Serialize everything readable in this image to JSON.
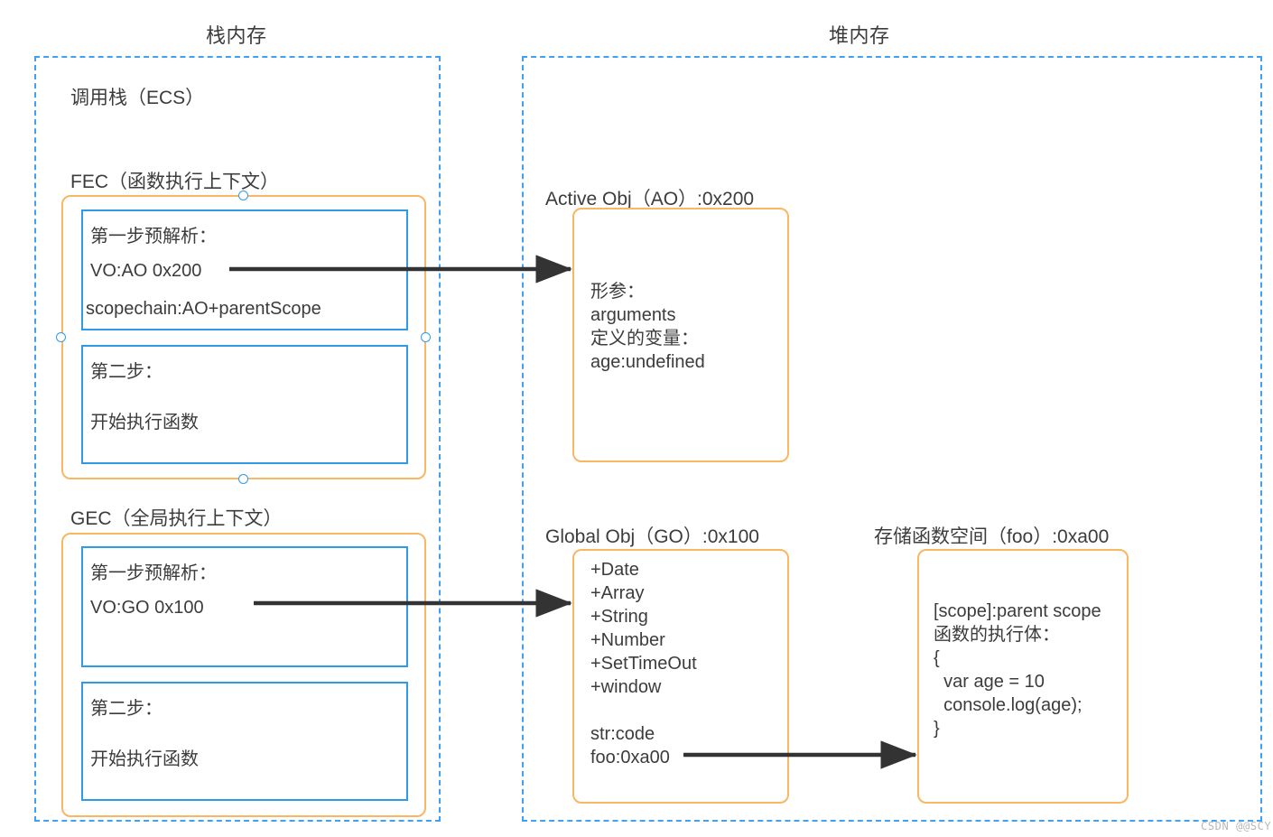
{
  "regions": {
    "stack": {
      "title": "栈内存",
      "call_stack_label": "调用栈（ECS）",
      "fec_label": "FEC（函数执行上下文）",
      "gec_label": "GEC（全局执行上下文）"
    },
    "heap": {
      "title": "堆内存"
    }
  },
  "fec": {
    "step1": {
      "heading": "第一步预解析：",
      "vo": " VO:AO 0x200",
      "scopechain": "scopechain:AO+parentScope"
    },
    "step2": {
      "heading": "第二步：",
      "body": "开始执行函数"
    }
  },
  "gec": {
    "step1": {
      "heading": "第一步预解析：",
      "vo": " VO:GO 0x100"
    },
    "step2": {
      "heading": "第二步：",
      "body": "开始执行函数"
    }
  },
  "active_obj": {
    "title": "Active Obj（AO）:0x200",
    "body": "形参：\narguments\n定义的变量：\nage:undefined"
  },
  "global_obj": {
    "title": "Global Obj（GO）:0x100",
    "body": "+Date\n+Array\n+String\n+Number\n+SetTimeOut\n+window\n\nstr:code\nfoo:0xa00"
  },
  "function_space": {
    "title": "存储函数空间（foo）:0xa00",
    "body": "[scope]:parent scope\n函数的执行体：\n{\n  var age = 10\n  console.log(age);\n}"
  },
  "colors": {
    "dashed_blue": "#3FA0F5",
    "inner_blue": "#2F9BE8",
    "orange": "#F7B763",
    "arrow": "#333333",
    "text": "#3c3c3c"
  },
  "watermark": {
    "text": "CSDN @@SCY"
  }
}
